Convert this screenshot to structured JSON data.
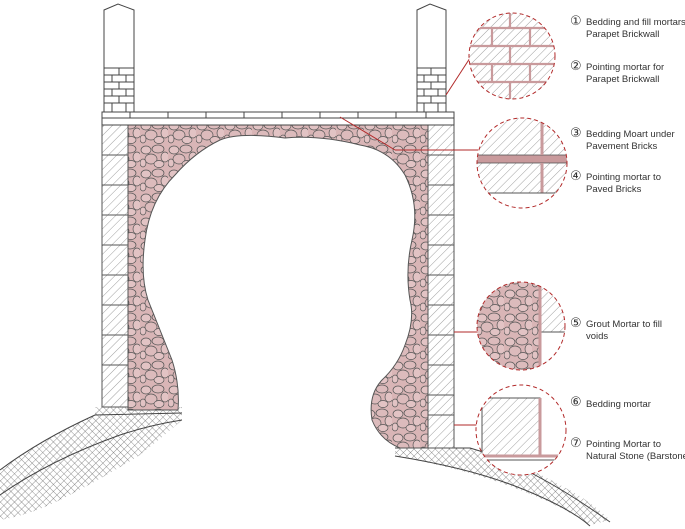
{
  "legend": [
    {
      "number": "①",
      "lines": [
        "Bedding and fill mortars for",
        "Parapet Brickwall"
      ]
    },
    {
      "number": "②",
      "lines": [
        "Pointing mortar for",
        "Parapet Brickwall"
      ]
    },
    {
      "number": "③",
      "lines": [
        "Bedding Moart under",
        "Pavement Bricks"
      ]
    },
    {
      "number": "④",
      "lines": [
        "Pointing mortar to",
        "Paved Bricks"
      ]
    },
    {
      "number": "⑤",
      "lines": [
        "Grout Mortar to fill",
        "voids"
      ]
    },
    {
      "number": "⑥",
      "lines": [
        "Bedding mortar"
      ]
    },
    {
      "number": "⑦",
      "lines": [
        "Pointing Mortar to",
        "Natural Stone (Barstone)"
      ]
    }
  ],
  "colors": {
    "fill": "#d9b5b6",
    "outline": "#555555",
    "leader": "#b22a2a",
    "hatch": "#888888",
    "bed": "#c99a9c"
  }
}
